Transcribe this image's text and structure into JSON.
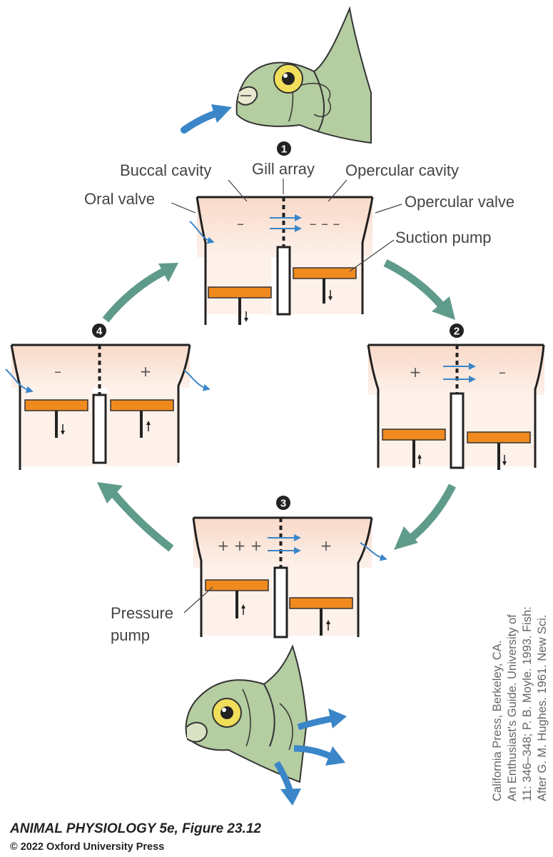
{
  "labels": {
    "buccal_cavity": "Buccal cavity",
    "gill_array": "Gill array",
    "opercular_cavity": "Opercular cavity",
    "oral_valve": "Oral valve",
    "opercular_valve": "Opercular valve",
    "suction_pump": "Suction pump",
    "pressure_pump_line1": "Pressure",
    "pressure_pump_line2": "pump"
  },
  "steps": [
    {
      "number": "1",
      "buccal_sign": "–",
      "opercular_sign": "– – –"
    },
    {
      "number": "2",
      "buccal_sign": "+",
      "opercular_sign": "–"
    },
    {
      "number": "3",
      "buccal_sign": "+ + +",
      "opercular_sign": "+"
    },
    {
      "number": "4",
      "buccal_sign": "–",
      "opercular_sign": "+"
    }
  ],
  "credit_lines": [
    "After G. M. Hughes. 1961. New Sci.",
    "11: 346–348; P. B. Moyle. 1993. Fish:",
    "An Enthusiast's Guide. University of",
    "California Press, Berkeley, CA."
  ],
  "caption": {
    "title": "ANIMAL PHYSIOLOGY 5e, Figure 23.12",
    "copyright": "© 2022 Oxford University Press"
  },
  "colors": {
    "cavity_fill": "#fbe3d6",
    "piston": "#f08a1e",
    "cycle_arrow": "#5f9b8a",
    "flow_arrow": "#3a86c8",
    "fish_skin": "#b4cda1"
  }
}
